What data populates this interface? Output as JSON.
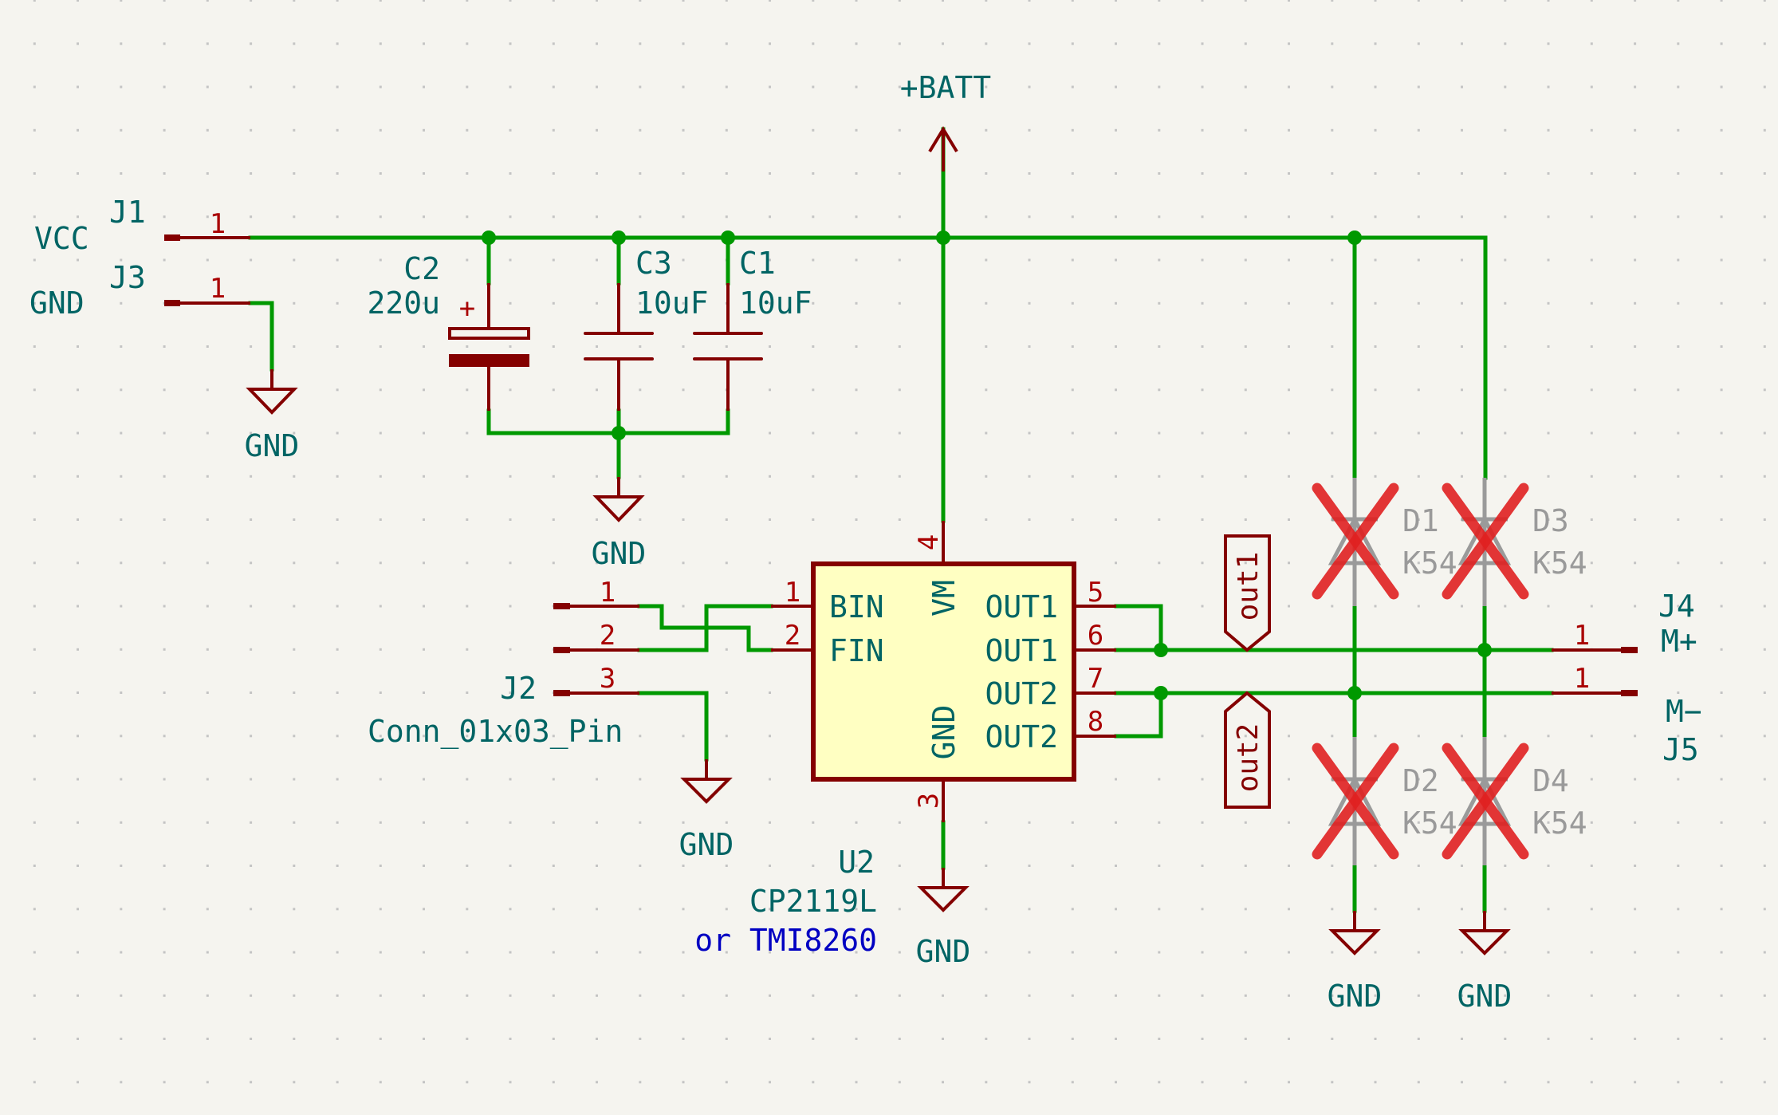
{
  "colors": {
    "background": "#f5f4ef",
    "wire": "#009900",
    "pin": "#840000",
    "text": "#006464",
    "note": "#0000c2",
    "ic_fill": "#ffffc2",
    "dnp_mark": "#e02020",
    "dnp_text": "#9a9a9a"
  },
  "power": {
    "batt": "+BATT",
    "gnd": "GND"
  },
  "j1": {
    "ref": "J1",
    "value": "VCC",
    "pin": "1"
  },
  "j3": {
    "ref": "J3",
    "value": "GND",
    "pin": "1"
  },
  "c2": {
    "ref": "C2",
    "value": "220u",
    "polarity": "+"
  },
  "c3": {
    "ref": "C3",
    "value": "10uF"
  },
  "c1": {
    "ref": "C1",
    "value": "10uF"
  },
  "j2": {
    "ref": "J2",
    "value": "Conn_01x03_Pin",
    "pins": [
      "1",
      "2",
      "3"
    ]
  },
  "u2": {
    "ref": "U2",
    "value": "CP2119L",
    "note": "or TMI8260",
    "pins": [
      {
        "num": "1",
        "name": "BIN"
      },
      {
        "num": "2",
        "name": "FIN"
      },
      {
        "num": "4",
        "name": "VM"
      },
      {
        "num": "3",
        "name": "GND"
      },
      {
        "num": "5",
        "name": "OUT1"
      },
      {
        "num": "6",
        "name": "OUT1"
      },
      {
        "num": "7",
        "name": "OUT2"
      },
      {
        "num": "8",
        "name": "OUT2"
      }
    ]
  },
  "labels": {
    "out1": "out1",
    "out2": "out2"
  },
  "diodes": [
    {
      "ref": "D1",
      "value": "K54",
      "dnp": true
    },
    {
      "ref": "D3",
      "value": "K54",
      "dnp": true
    },
    {
      "ref": "D2",
      "value": "K54",
      "dnp": true
    },
    {
      "ref": "D4",
      "value": "K54",
      "dnp": true
    }
  ],
  "j4": {
    "ref": "J4",
    "value": "M+",
    "pin": "1"
  },
  "j5": {
    "ref": "J5",
    "value": "M−",
    "pin": "1"
  }
}
